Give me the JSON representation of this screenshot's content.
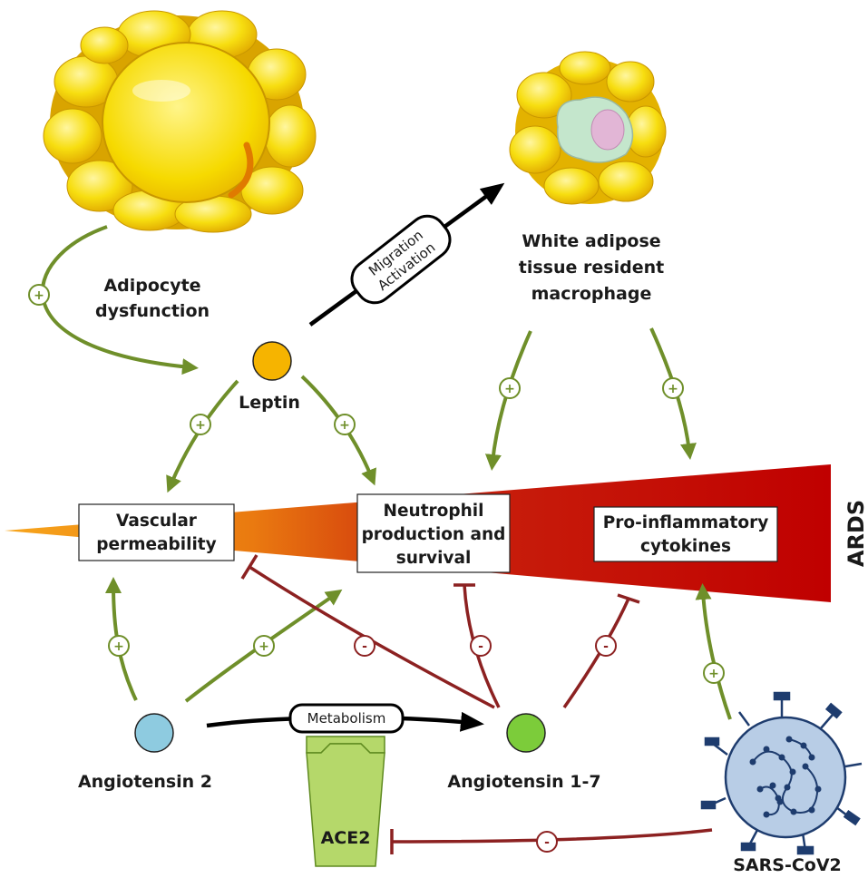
{
  "labels": {
    "adipocyte_line1": "Adipocyte",
    "adipocyte_line2": "dysfunction",
    "leptin": "Leptin",
    "wat_line1": "White adipose",
    "wat_line2": "tissue resident",
    "wat_line3": "macrophage",
    "angiotensin2": "Angiotensin 2",
    "angiotensin17": "Angiotensin 1-7",
    "ace2": "ACE2",
    "sars": "SARS-CoV2",
    "ards": "ARDS"
  },
  "boxes": {
    "vascular_line1": "Vascular",
    "vascular_line2": "permeability",
    "neutrophil_line1": "Neutrophil",
    "neutrophil_line2": "production and",
    "neutrophil_line3": "survival",
    "cytokines_line1": "Pro-inflammatory",
    "cytokines_line2": "cytokines"
  },
  "pills": {
    "migration": "Migration",
    "activation": "Activation",
    "metabolism": "Metabolism"
  },
  "signs": {
    "plus": "+",
    "minus": "-"
  },
  "colors": {
    "activation_green": "#6f8f2a",
    "inhibition_red": "#8c2121",
    "fat_yellow": "#f5d800",
    "leptin_orange": "#f6b400",
    "ang2_blue": "#8ecbe0",
    "ang17_green": "#7ccc3a",
    "ace2_green": "#b5d86a",
    "virus_blue": "#b8cde6",
    "wedge_dark_red": "#c00000"
  }
}
